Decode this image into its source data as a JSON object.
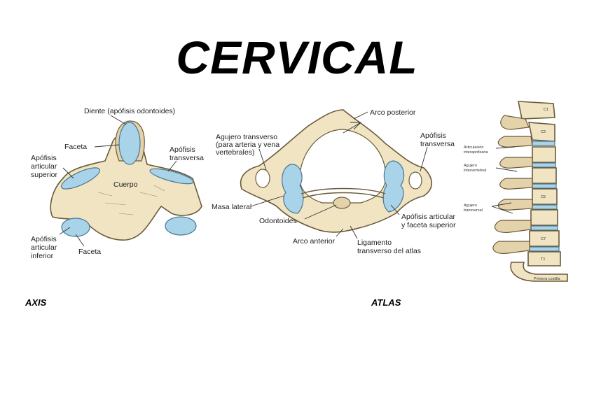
{
  "title": "CERVICAL",
  "axis": {
    "caption": "AXIS",
    "labels": {
      "dens": "Diente (apófisis odontoides)",
      "facet_top": "Faceta",
      "superior_articular": [
        "Apófisis",
        "articular",
        "superior"
      ],
      "transverse": [
        "Apófisis",
        "transversa"
      ],
      "body": "Cuerpo",
      "inferior_articular": [
        "Apófisis",
        "articular",
        "inferior"
      ],
      "facet_bottom": "Faceta"
    }
  },
  "atlas": {
    "caption": "ATLAS",
    "labels": {
      "posterior_arch": "Arco posterior",
      "transverse_foramen": [
        "Agujero transverso",
        "(para arteria y vena",
        "vertebrales)"
      ],
      "transverse_process": [
        "Apófisis",
        "transversa"
      ],
      "lateral_mass": "Masa lateral",
      "odontoid": "Odontoides",
      "superior_articular": [
        "Apófisis articular",
        "y faceta superior"
      ],
      "anterior_arch": "Arco anterior",
      "transverse_ligament": [
        "Ligamento",
        "transverso del atlas"
      ]
    }
  },
  "spine": {
    "labels": {
      "facet_joint": [
        "Articulación",
        "interapofisaria"
      ],
      "intervertebral_foramen": [
        "Agujero",
        "intervertebral"
      ],
      "transverse_foramen": [
        "Agujero",
        "transversal"
      ],
      "c1": "C1",
      "c2": "C2",
      "c5": "C5",
      "c7": "C7",
      "t1": "T1",
      "first_rib": "Primera costilla"
    }
  },
  "colors": {
    "bone": "#f1e4c3",
    "cartilage": "#a9d3e8",
    "outline": "#6b5a3a"
  }
}
